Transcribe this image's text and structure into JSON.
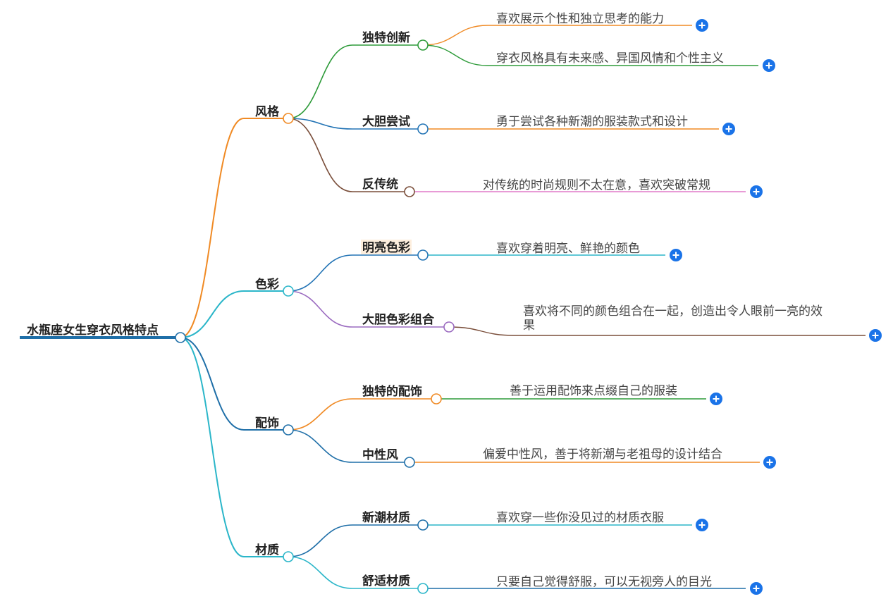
{
  "root": {
    "label": "水瓶座女生穿衣风格特点",
    "color": "#1f6fa8"
  },
  "branches": [
    {
      "label": "风格",
      "color": "#f08a24",
      "children": [
        {
          "label": "独特创新",
          "color": "#2e9b3a",
          "details": [
            {
              "text": [
                "喜欢展示个性和独立思考的能力"
              ],
              "color": "#f08a24"
            },
            {
              "text": [
                "穿衣风格具有未来感、异国风情和个性主义"
              ],
              "color": "#2e9b3a"
            }
          ]
        },
        {
          "label": "大胆尝试",
          "color": "#2374b5",
          "details": [
            {
              "text": [
                "勇于尝试各种新潮的服装款式和设计"
              ],
              "color": "#f08a24"
            }
          ]
        },
        {
          "label": "反传统",
          "color": "#7a4e3a",
          "details": [
            {
              "text": [
                "对传统的时尚规则不太在意，喜欢突破常规"
              ],
              "color": "#e07ac8"
            }
          ]
        }
      ]
    },
    {
      "label": "色彩",
      "color": "#2bb6c9",
      "children": [
        {
          "label": "明亮色彩",
          "color": "#2374b5",
          "highlight": true,
          "details": [
            {
              "text": [
                "喜欢穿着明亮、鲜艳的颜色"
              ],
              "color": "#2bb6c9"
            }
          ]
        },
        {
          "label": "大胆色彩组合",
          "color": "#9b6bc0",
          "details": [
            {
              "text": [
                "喜欢将不同的颜色组合在一起，创造出令人眼前一亮的效",
                "果"
              ],
              "color": "#7a4e3a"
            }
          ]
        }
      ]
    },
    {
      "label": "配饰",
      "color": "#1f6fa8",
      "children": [
        {
          "label": "独特的配饰",
          "color": "#f08a24",
          "details": [
            {
              "text": [
                "善于运用配饰来点缀自己的服装"
              ],
              "color": "#2e9b3a"
            }
          ]
        },
        {
          "label": "中性风",
          "color": "#1f6fa8",
          "details": [
            {
              "text": [
                "偏爱中性风，善于将新潮与老祖母的设计结合"
              ],
              "color": "#f08a24"
            }
          ]
        }
      ]
    },
    {
      "label": "材质",
      "color": "#2bb6c9",
      "children": [
        {
          "label": "新潮材质",
          "color": "#1f6fa8",
          "details": [
            {
              "text": [
                "喜欢穿一些你没见过的材质衣服"
              ],
              "color": "#2bb6c9"
            }
          ]
        },
        {
          "label": "舒适材质",
          "color": "#2bb6c9",
          "details": [
            {
              "text": [
                "只要自己觉得舒服，可以无视旁人的目光"
              ],
              "color": "#1f6fa8"
            }
          ]
        }
      ]
    }
  ],
  "expand_icon": {
    "name": "plus-circle-icon",
    "color": "#1a73e8"
  }
}
